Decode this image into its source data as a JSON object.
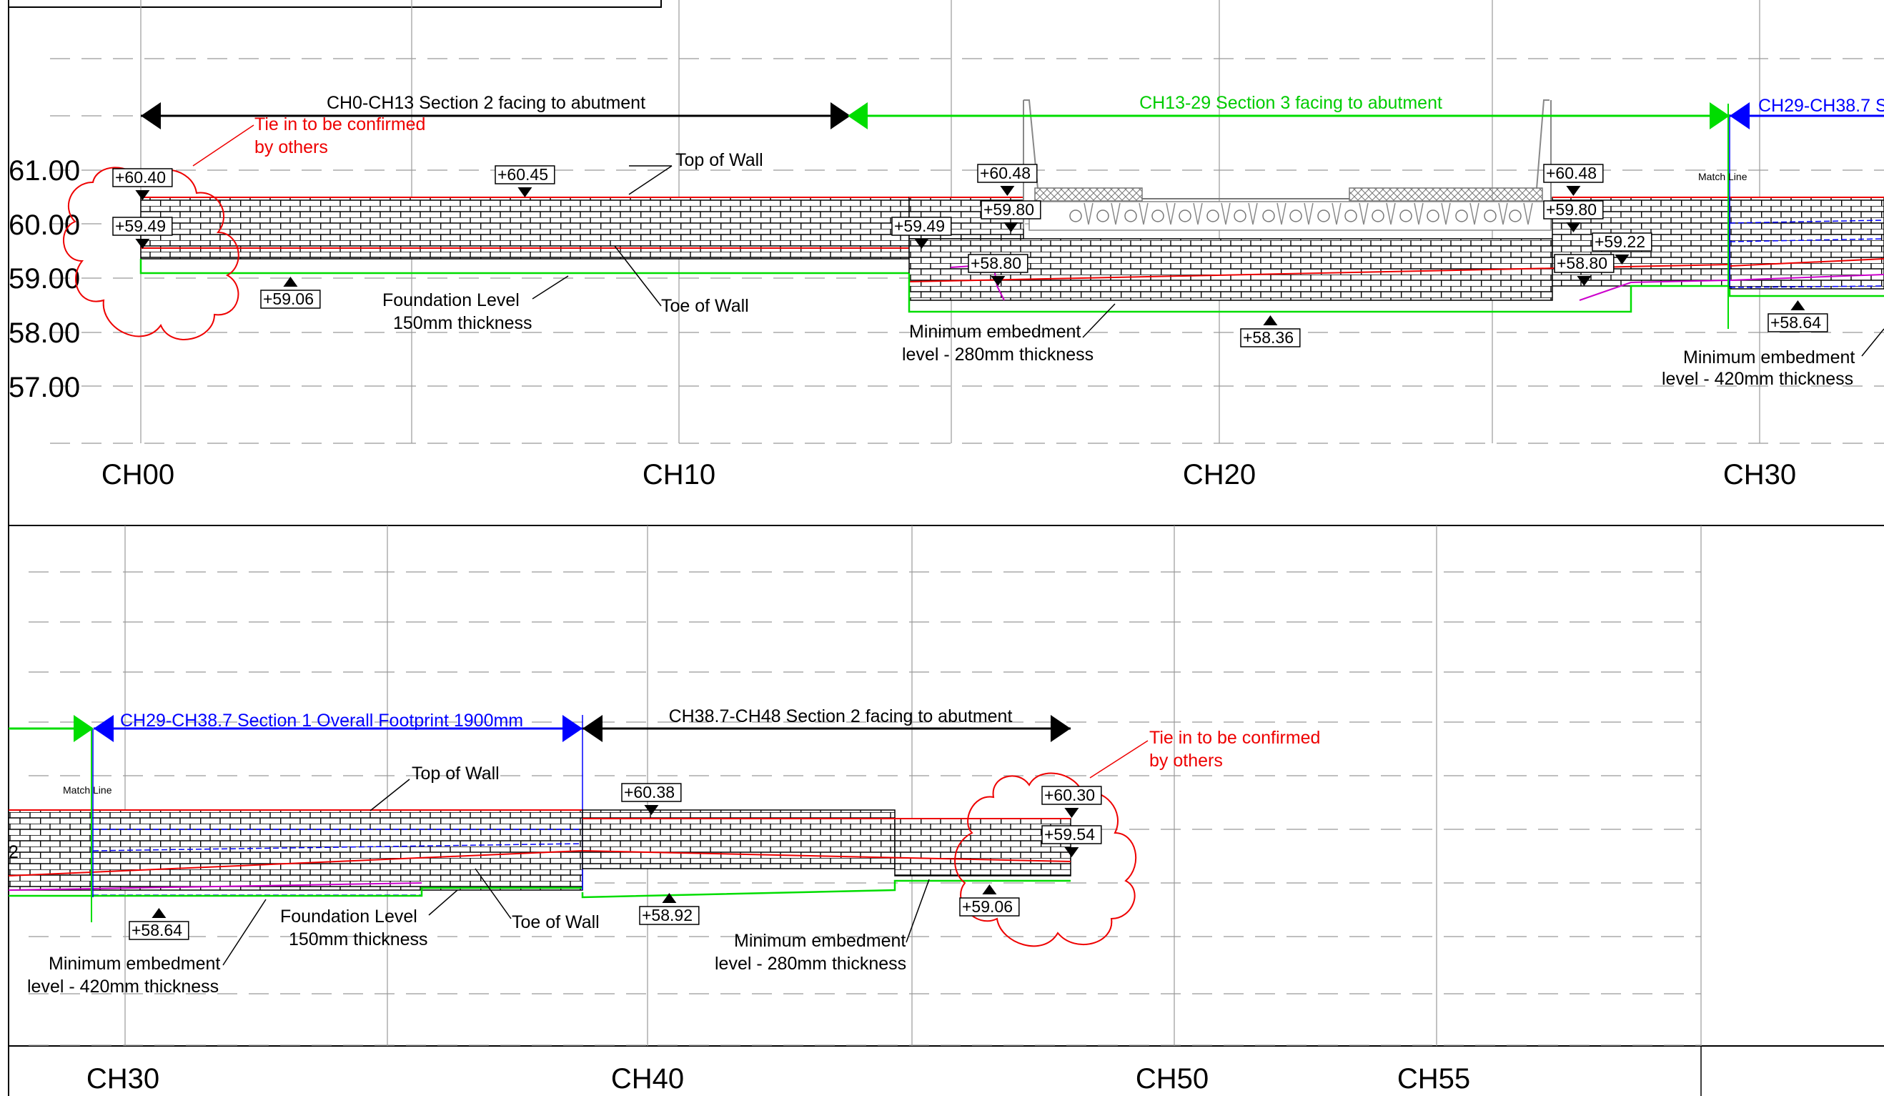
{
  "colors": {
    "section1": "#0000ff",
    "section2": "#000000",
    "section3": "#00dd00",
    "red": "#ee0000",
    "magenta": "#cc00cc",
    "grid": "#999999"
  },
  "top_panel": {
    "y_axis": [
      "61.00",
      "60.00",
      "59.00",
      "58.00",
      "57.00"
    ],
    "chainages": [
      "CH00",
      "CH10",
      "CH20",
      "CH30"
    ],
    "sections": [
      {
        "label": "CH0-CH13 Section 2 facing to abutment",
        "color": "#000000"
      },
      {
        "label": "CH13-29 Section 3 facing to abutment",
        "color": "#00dd00"
      },
      {
        "label": "CH29-CH38.7 S",
        "color": "#0000ff"
      }
    ],
    "notes": {
      "tie_in_1": "Tie in to be confirmed",
      "tie_in_2": "by others",
      "top_of_wall": "Top of Wall",
      "toe_of_wall": "Toe of Wall",
      "foundation_1": "Foundation Level",
      "foundation_2": "150mm thickness",
      "embed280_1": "Minimum embedment",
      "embed280_2": "level - 280mm thickness",
      "embed420_1": "Minimum embedment",
      "embed420_2": "level - 420mm thickness",
      "match_line": "Match Line"
    },
    "levels": [
      "+60.40",
      "+59.49",
      "+59.06",
      "+60.45",
      "+59.49",
      "+60.48",
      "+59.80",
      "+58.80",
      "+58.36",
      "+60.48",
      "+59.80",
      "+59.22",
      "+58.80",
      "+58.64"
    ]
  },
  "bottom_panel": {
    "chainages": [
      "CH30",
      "CH40",
      "CH50",
      "CH55"
    ],
    "sections": [
      {
        "label": "CH29-CH38.7 Section 1 Overall Footprint 1900mm",
        "color": "#0000ff"
      },
      {
        "label": "CH38.7-CH48 Section 2 facing to abutment",
        "color": "#000000"
      }
    ],
    "notes": {
      "tie_in_1": "Tie in to be confirmed",
      "tie_in_2": "by others",
      "top_of_wall": "Top of Wall",
      "toe_of_wall": "Toe of Wall",
      "foundation_1": "Foundation Level",
      "foundation_2": "150mm thickness",
      "embed280_1": "Minimum embedment",
      "embed280_2": "level - 280mm thickness",
      "embed420_1": "Minimum embedment",
      "embed420_2": "level - 420mm thickness",
      "match_line": "Match Line",
      "edge_mark": "2"
    },
    "levels": [
      "+60.38",
      "+60.30",
      "+59.54",
      "+58.64",
      "+58.92",
      "+59.06"
    ]
  }
}
